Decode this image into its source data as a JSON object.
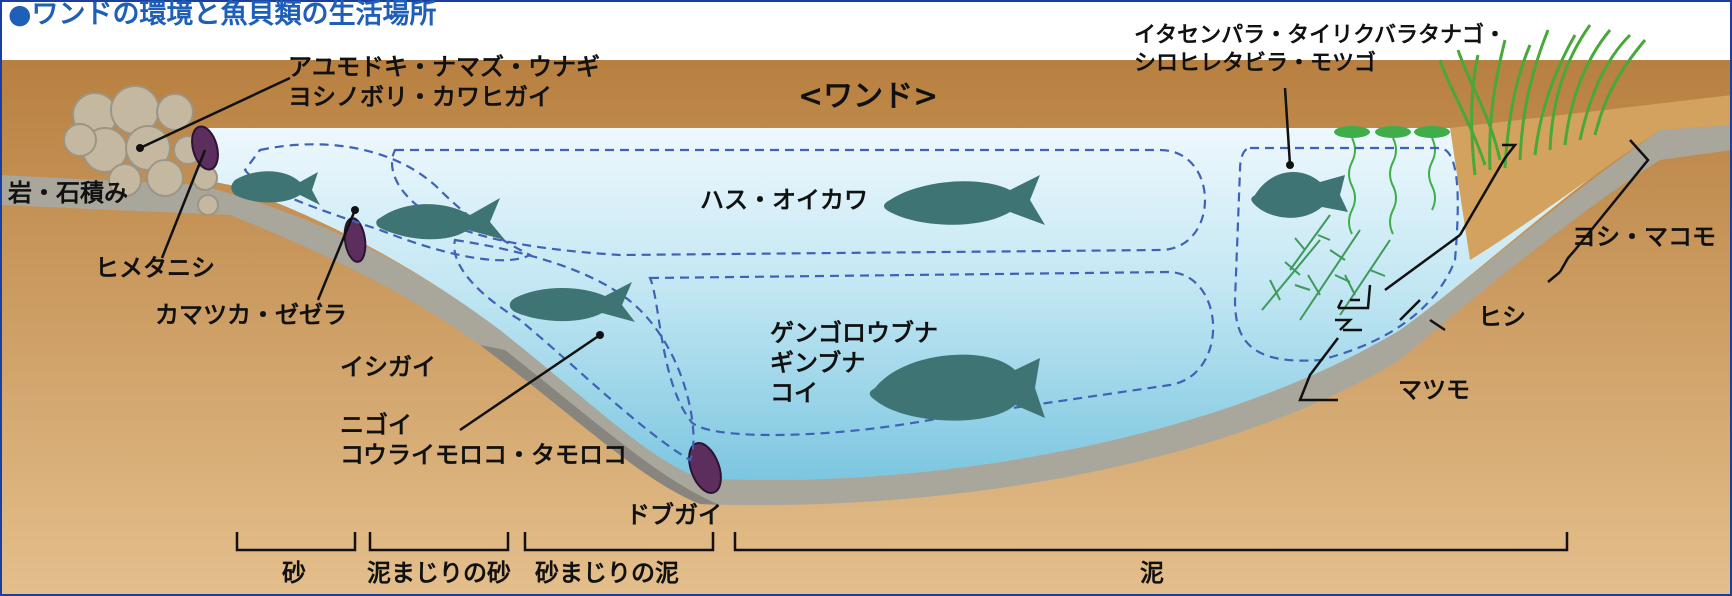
{
  "title": "●ワンドの環境と魚貝類の生活場所",
  "center_label": "<ワンド>",
  "labels": {
    "rock_fish": "アユモドキ・ナマズ・ウナギ\nヨシノボリ・カワヒガイ",
    "rocks": "岩・石積み",
    "himetanishi": "ヒメタニシ",
    "kamatsuka": "カマツカ・ゼゼラ",
    "ishigai": "イシガイ",
    "nigoi": "ニゴイ\nコウライモロコ・タモロコ",
    "dobugai": "ドブガイ",
    "hasu": "ハス・オイカワ",
    "funa": "ゲンゴロウブナ\nギンブナ\nコイ",
    "tanago": "イタセンパラ・タイリクバラタナゴ・\nシロヒレタビラ・モツゴ",
    "yoshi": "ヨシ・マコモ",
    "hishi": "ヒシ",
    "matsumo": "マツモ"
  },
  "substrate": [
    "砂",
    "泥まじりの砂",
    "砂まじりの泥",
    "泥"
  ],
  "colors": {
    "water_top": "#eef8fd",
    "water_bottom": "#8fd0e6",
    "soil": "#c98f4a",
    "soil_light": "#dcb07a",
    "bank": "#a9a69c",
    "fish": "#3f7474",
    "dash": "#3f62b6",
    "title": "#1f5fb8",
    "border": "#1a3fa0"
  },
  "icons": [
    "fish-silhouette",
    "mussel-shell",
    "snail-shell",
    "rock-pile",
    "reed-grass",
    "water-plant"
  ]
}
